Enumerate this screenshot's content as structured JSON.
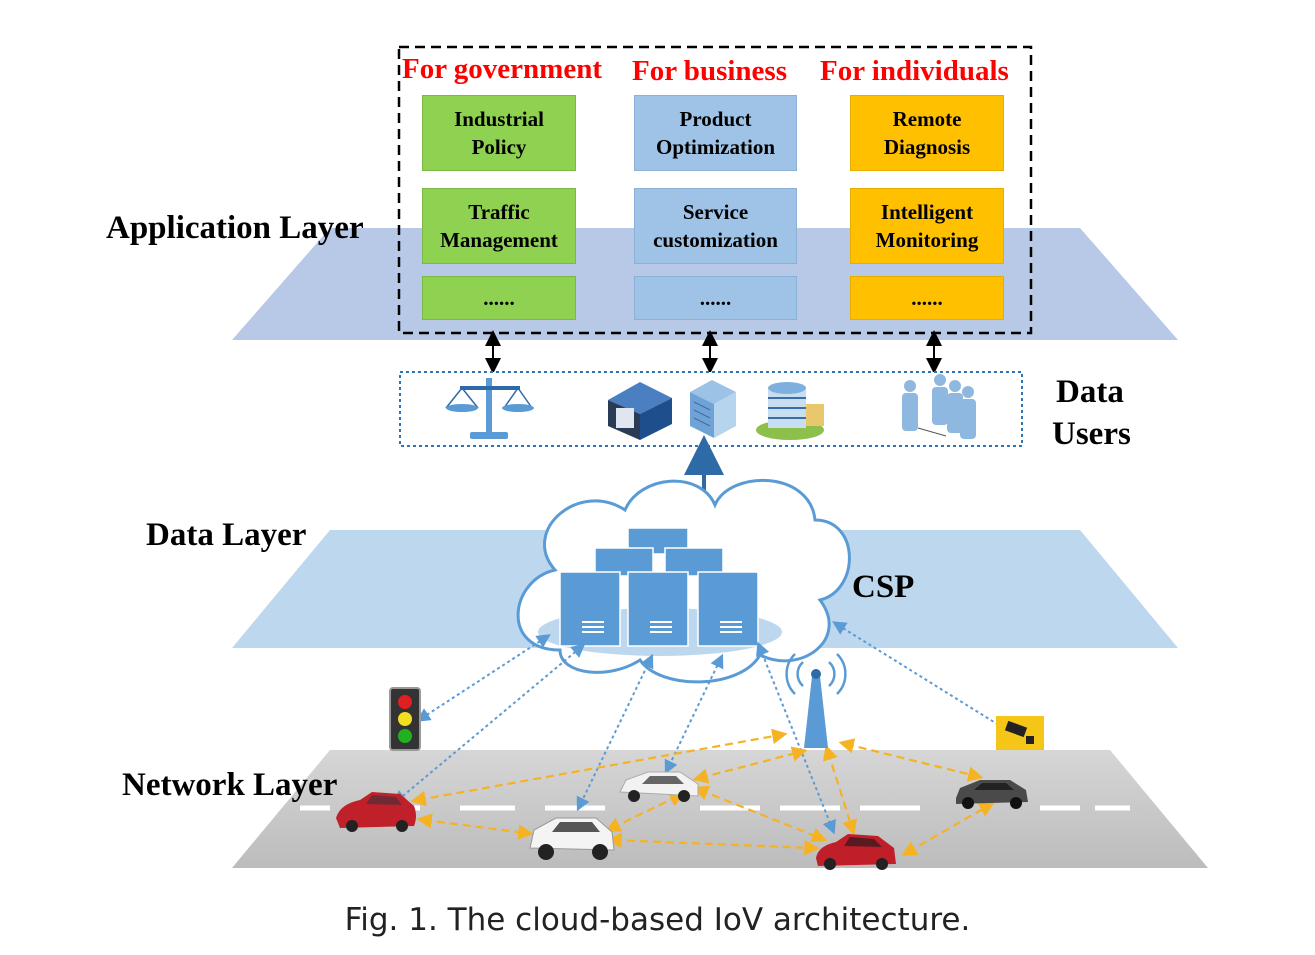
{
  "layers": {
    "application": "Application Layer",
    "data": "Data Layer",
    "network": "Network Layer"
  },
  "groups": {
    "government": {
      "title": "For government",
      "items": [
        "Industrial\nPolicy",
        "Traffic\nManagement",
        "......"
      ],
      "color": "#8fd150"
    },
    "business": {
      "title": "For business",
      "items": [
        "Product\nOptimization",
        "Service\ncustomization",
        "......"
      ],
      "color": "#9fc3e6"
    },
    "individuals": {
      "title": "For individuals",
      "items": [
        "Remote\nDiagnosis",
        "Intelligent\nMonitoring",
        "......"
      ],
      "color": "#ffc000"
    }
  },
  "data_users": {
    "line1": "Data",
    "line2": "Users"
  },
  "csp_label": "CSP",
  "caption": "Fig. 1.  The cloud-based IoV architecture.",
  "colors": {
    "title_red": "#ff0000",
    "plane_application": "#b4c6e7",
    "plane_data": "#bdd7ee",
    "road": "#c8c8c8",
    "server": "#5b9bd5",
    "v2v_arrow": "#f5b324",
    "v2c_arrow": "#5b9bd5"
  }
}
